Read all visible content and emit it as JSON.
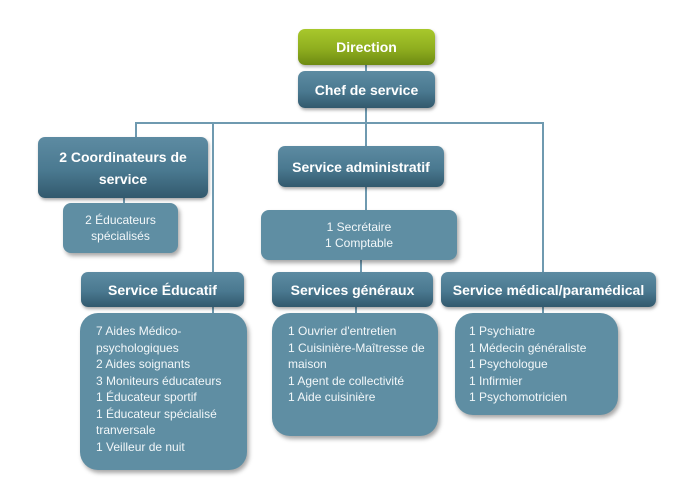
{
  "org_chart": {
    "top": {
      "label": "Direction",
      "color": "#8fae1f"
    },
    "chef": {
      "label": "Chef de service"
    },
    "coordinateurs": {
      "label": "2 Coordinateurs de service",
      "staff": [
        "2 Éducateurs spécialisés"
      ]
    },
    "administratif": {
      "label": "Service administratif",
      "staff": [
        "1 Secrétaire",
        "1 Comptable"
      ]
    },
    "educatif": {
      "label": "Service Éducatif",
      "staff": [
        "7 Aides Médico-psychologiques",
        "2 Aides soignants",
        "3 Moniteurs éducateurs",
        "1 Éducateur sportif",
        "1 Éducateur spécialisé tranversale",
        "1 Veilleur de nuit"
      ]
    },
    "generaux": {
      "label": "Services généraux",
      "staff": [
        "1 Ouvrier d'entretien",
        "1 Cuisinière-Maîtresse de maison",
        "1 Agent de collectivité",
        "1 Aide cuisinière"
      ]
    },
    "medical": {
      "label": "Service médical/paramédical",
      "staff": [
        "1 Psychiatre",
        "1 Médecin généraliste",
        "1 Psychologue",
        "1 Infirmier",
        "1 Psychomotricien"
      ]
    },
    "colors": {
      "node": "#4a7990",
      "detail": "#5f8ea3",
      "connector": "#6f9ab0"
    }
  }
}
